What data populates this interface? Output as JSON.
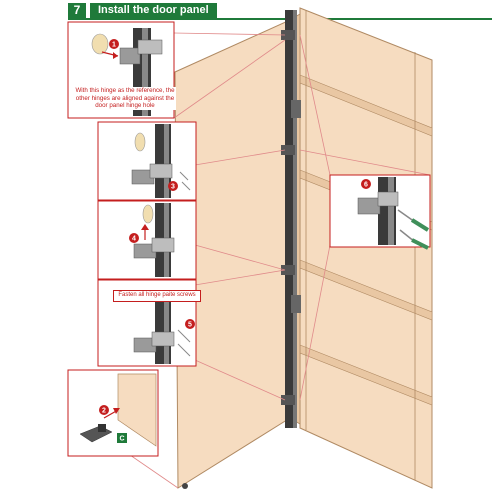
{
  "step": {
    "number": "7",
    "title": "Install the door panel"
  },
  "notes": {
    "reference_hinge": "With this hinge as the reference, the other hinges are aligned against the door panel hinge hole",
    "fasten": "Fasten all hinge paite screws"
  },
  "callouts": {
    "c1": "1",
    "c2": "2",
    "c3": "3",
    "c4": "4",
    "c5": "5",
    "c6": "6",
    "part_label": "C"
  },
  "colors": {
    "accent_green": "#1f7a3a",
    "callout_red": "#c41e1e",
    "wood": "#f6dcc0",
    "wood_edge": "#e8c7a2",
    "rail": "#3a3a3a",
    "screwdriver_green": "#3f8f5a"
  }
}
